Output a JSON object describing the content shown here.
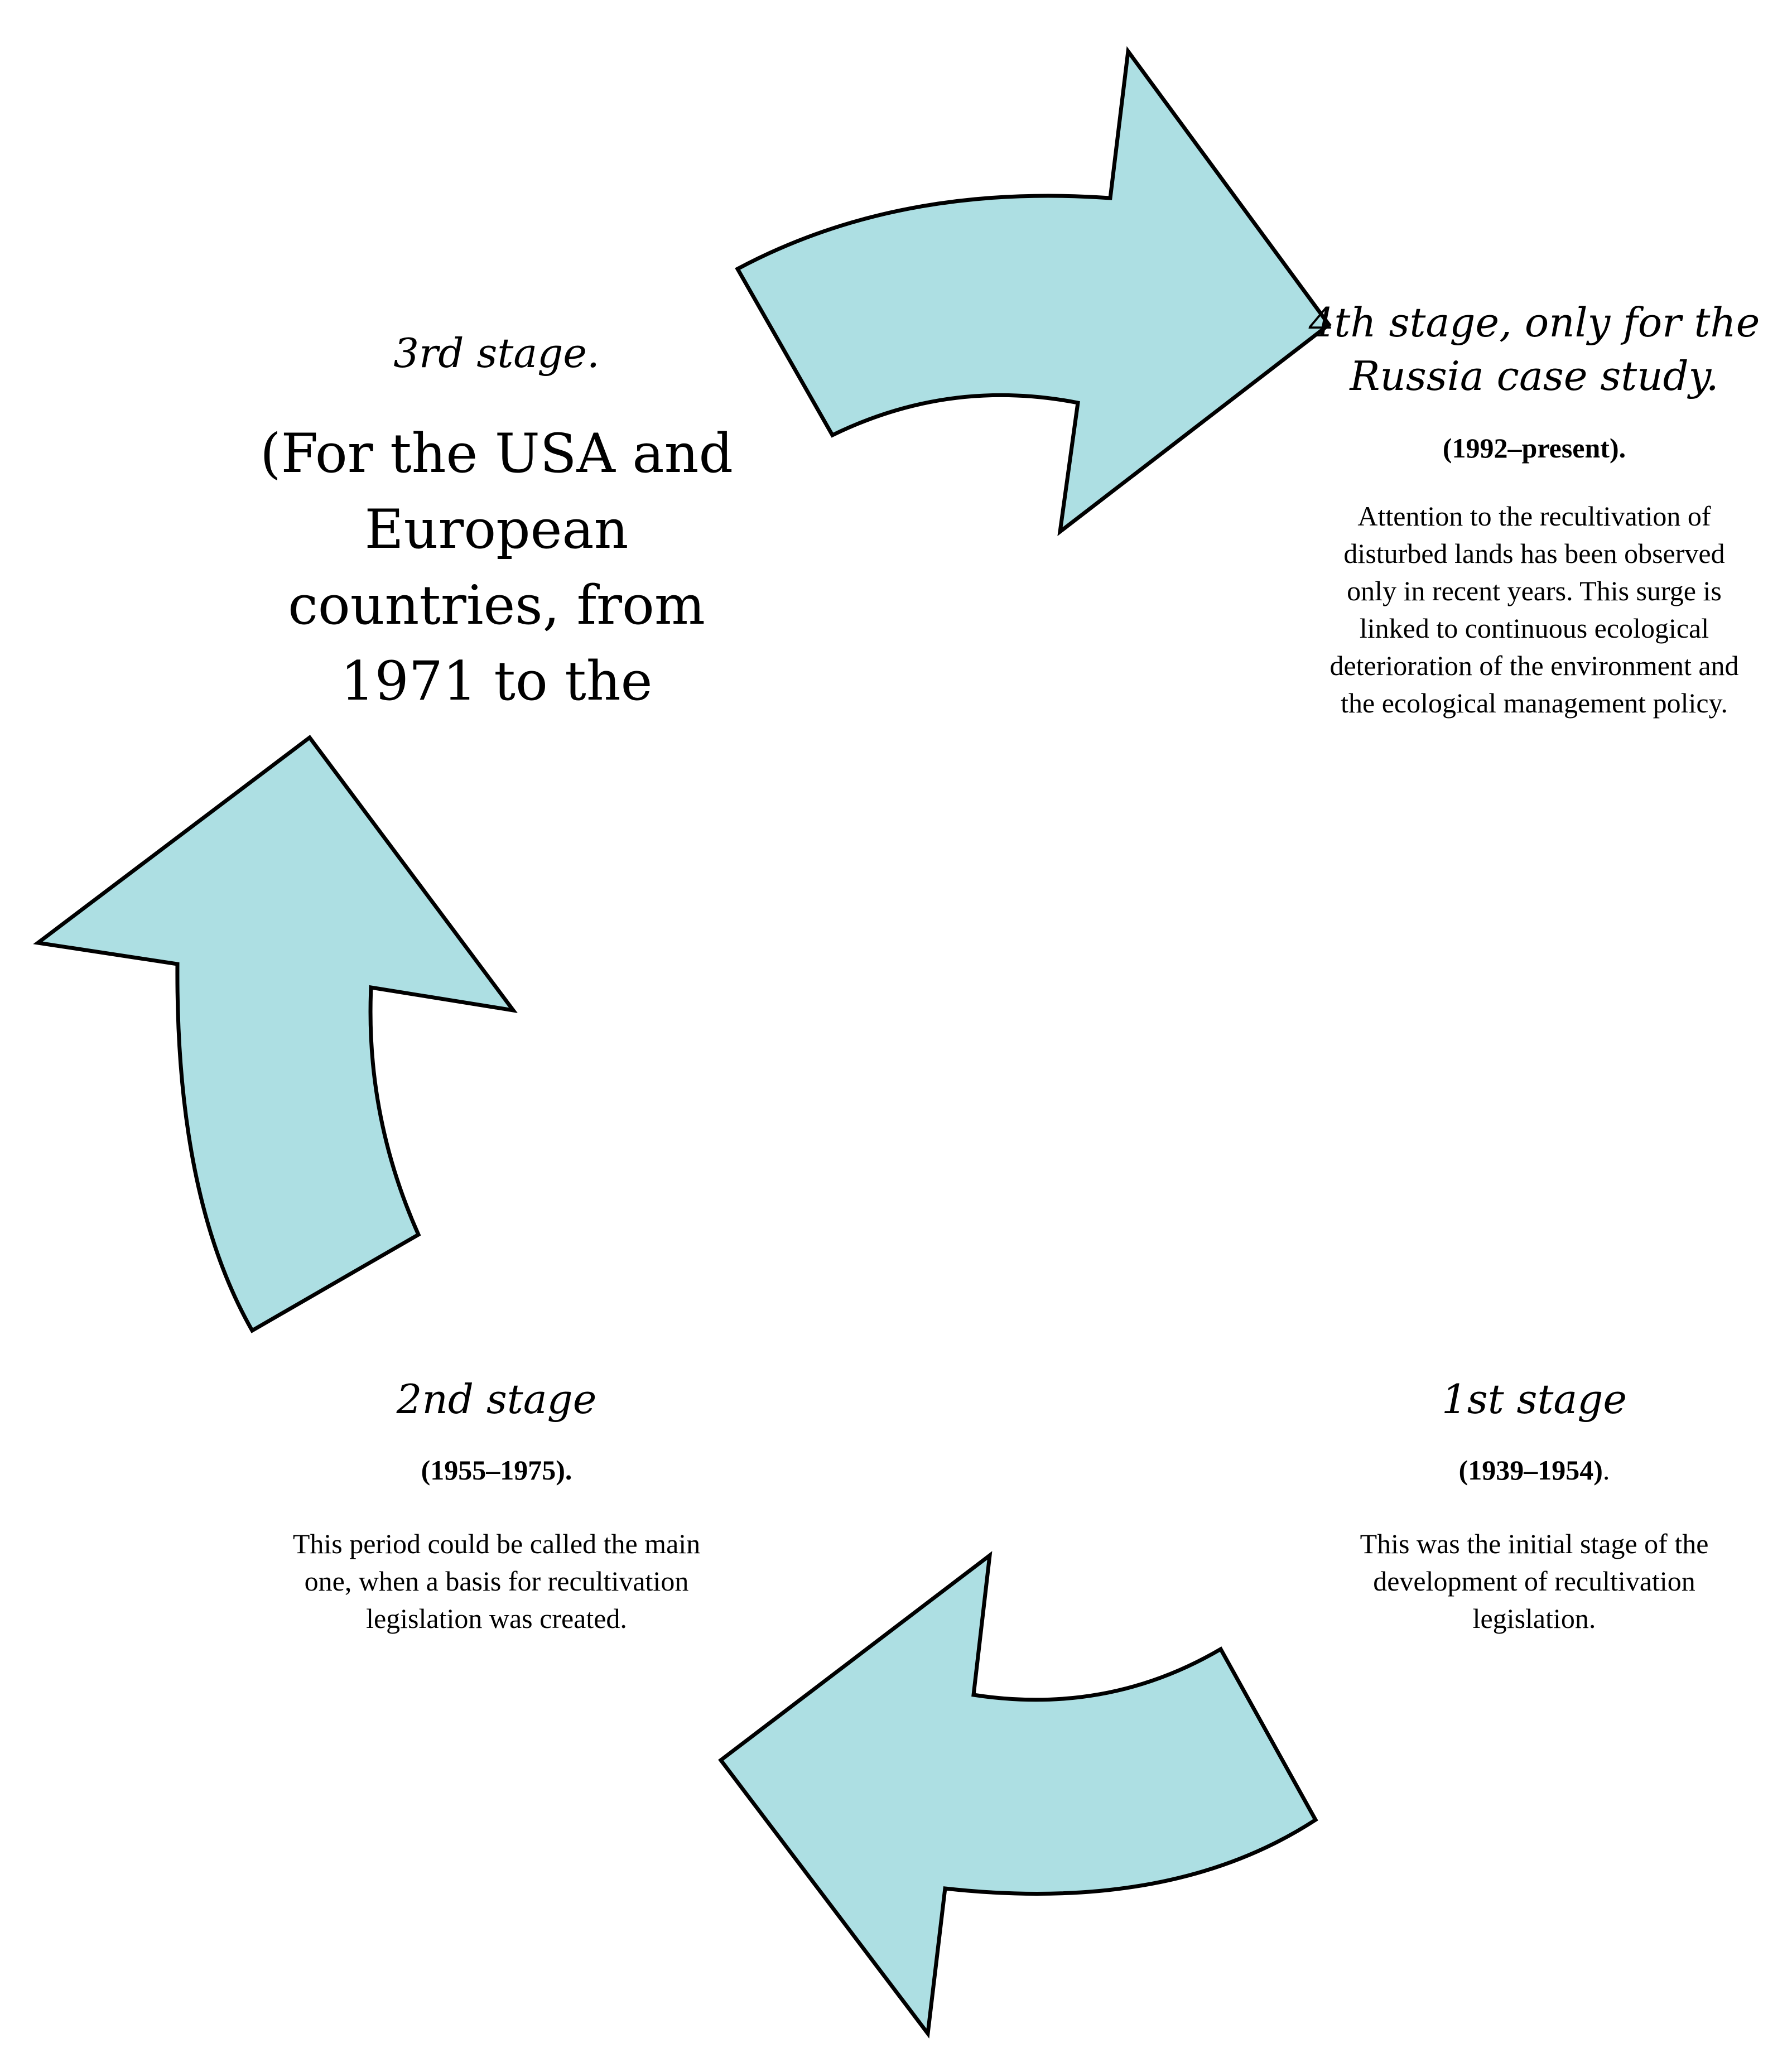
{
  "diagram": {
    "arrow_color": "#addfe3",
    "outline_color": "#000000",
    "arrows": [
      {
        "name": "arrow-top",
        "direction": "right"
      },
      {
        "name": "arrow-left",
        "direction": "up"
      },
      {
        "name": "arrow-bottom",
        "direction": "left"
      }
    ],
    "stages": {
      "stage3": {
        "title": "3rd stage.",
        "body_lines": [
          "(For the USA and",
          "European",
          "countries, from",
          "1971 to the"
        ]
      },
      "stage4": {
        "title_lines": [
          "4th stage, only for the",
          "Russia case study."
        ],
        "years": "(1992–present).",
        "description_lines": [
          "Attention to the recultivation of",
          "disturbed lands has been observed",
          "only in recent years. This surge is",
          "linked to continuous ecological",
          "deterioration of the environment and",
          "the ecological management policy."
        ]
      },
      "stage2": {
        "title": "2nd stage",
        "years": "(1955–1975).",
        "description_lines": [
          "This period could be called the main",
          "one, when a basis for recultivation",
          "legislation was created."
        ]
      },
      "stage1": {
        "title": "1st stage",
        "years": "(1939–1954)",
        "years_suffix": ".",
        "description_lines": [
          "This was the initial stage of the",
          "development of recultivation",
          "legislation."
        ]
      }
    }
  }
}
